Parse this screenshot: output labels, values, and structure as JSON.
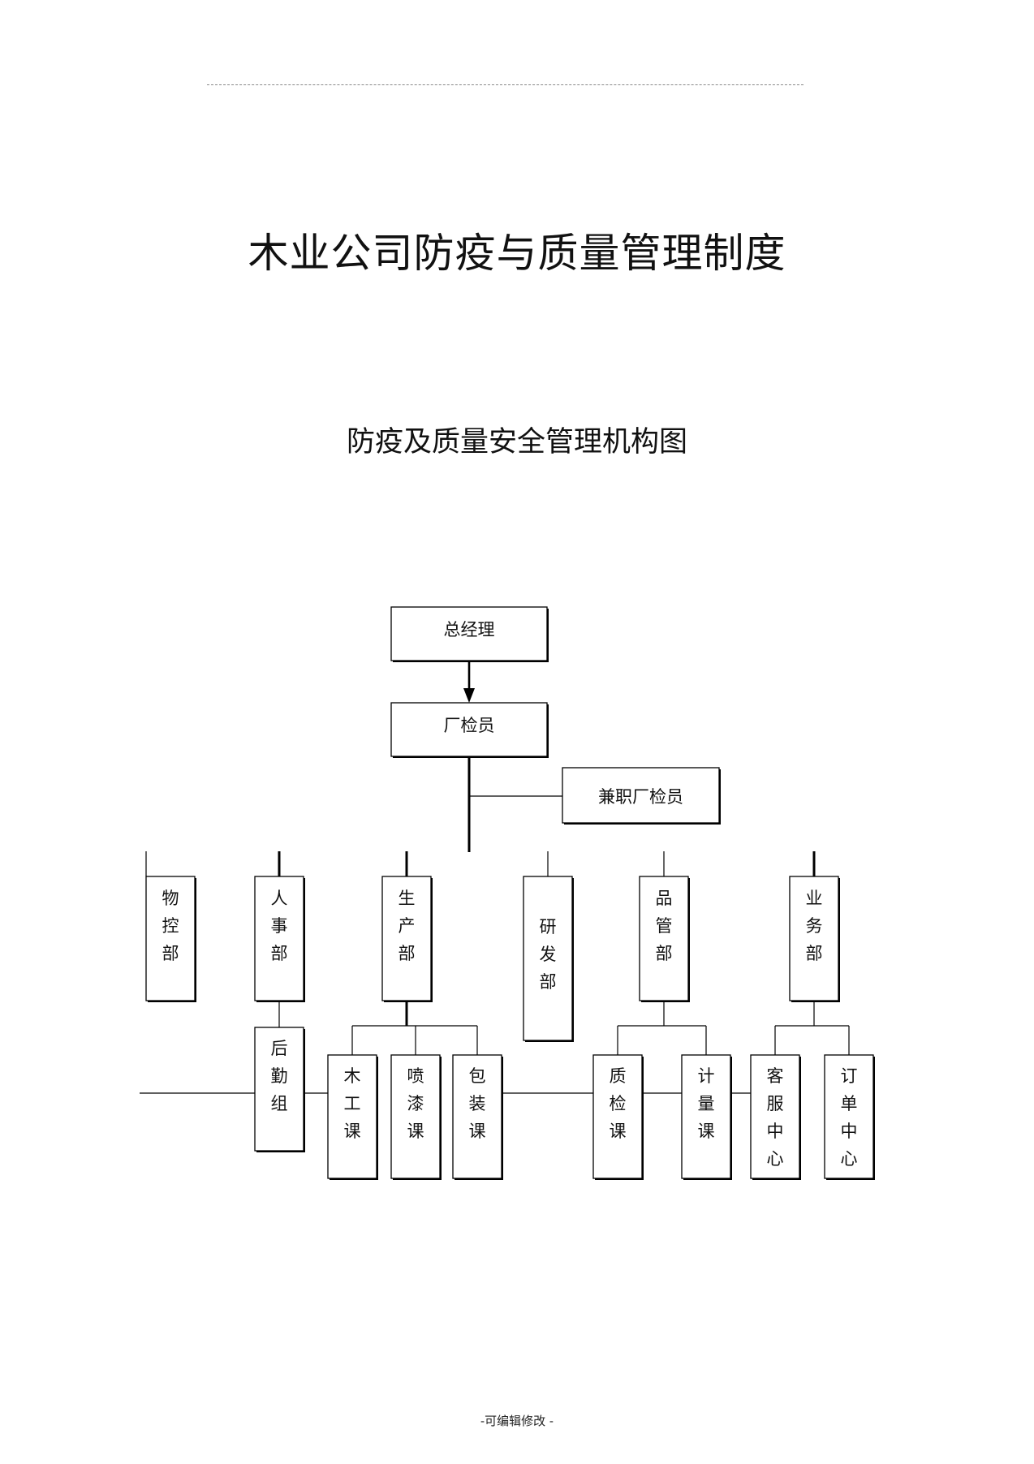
{
  "document": {
    "title": "木业公司防疫与质量管理制度",
    "chart_title": "防疫及质量安全管理机构图",
    "footer": "-可编辑修改 -"
  },
  "org_chart": {
    "top": [
      {
        "id": "gm",
        "label": "总经理"
      },
      {
        "id": "inspector",
        "label": "厂检员"
      },
      {
        "id": "part_time",
        "label": "兼职厂检员"
      }
    ],
    "departments": [
      {
        "id": "wukong",
        "label": "物控部"
      },
      {
        "id": "renshi",
        "label": "人事部"
      },
      {
        "id": "shengchan",
        "label": "生产部"
      },
      {
        "id": "yanfa",
        "label": "研发部"
      },
      {
        "id": "pinguan",
        "label": "品管部"
      },
      {
        "id": "yewu",
        "label": "业务部"
      }
    ],
    "sections": [
      {
        "id": "houqin",
        "label": "后勤组",
        "parent": "renshi"
      },
      {
        "id": "mugong",
        "label": "木工课",
        "parent": "shengchan"
      },
      {
        "id": "penqi",
        "label": "喷漆课",
        "parent": "shengchan"
      },
      {
        "id": "baozhuang",
        "label": "包装课",
        "parent": "shengchan"
      },
      {
        "id": "zhijian",
        "label": "质检课",
        "parent": "pinguan"
      },
      {
        "id": "jiliang",
        "label": "计量课",
        "parent": "pinguan"
      },
      {
        "id": "kefu",
        "label": "客服中心",
        "parent": "yewu"
      },
      {
        "id": "dingdan",
        "label": "订单中心",
        "parent": "yewu"
      }
    ]
  }
}
